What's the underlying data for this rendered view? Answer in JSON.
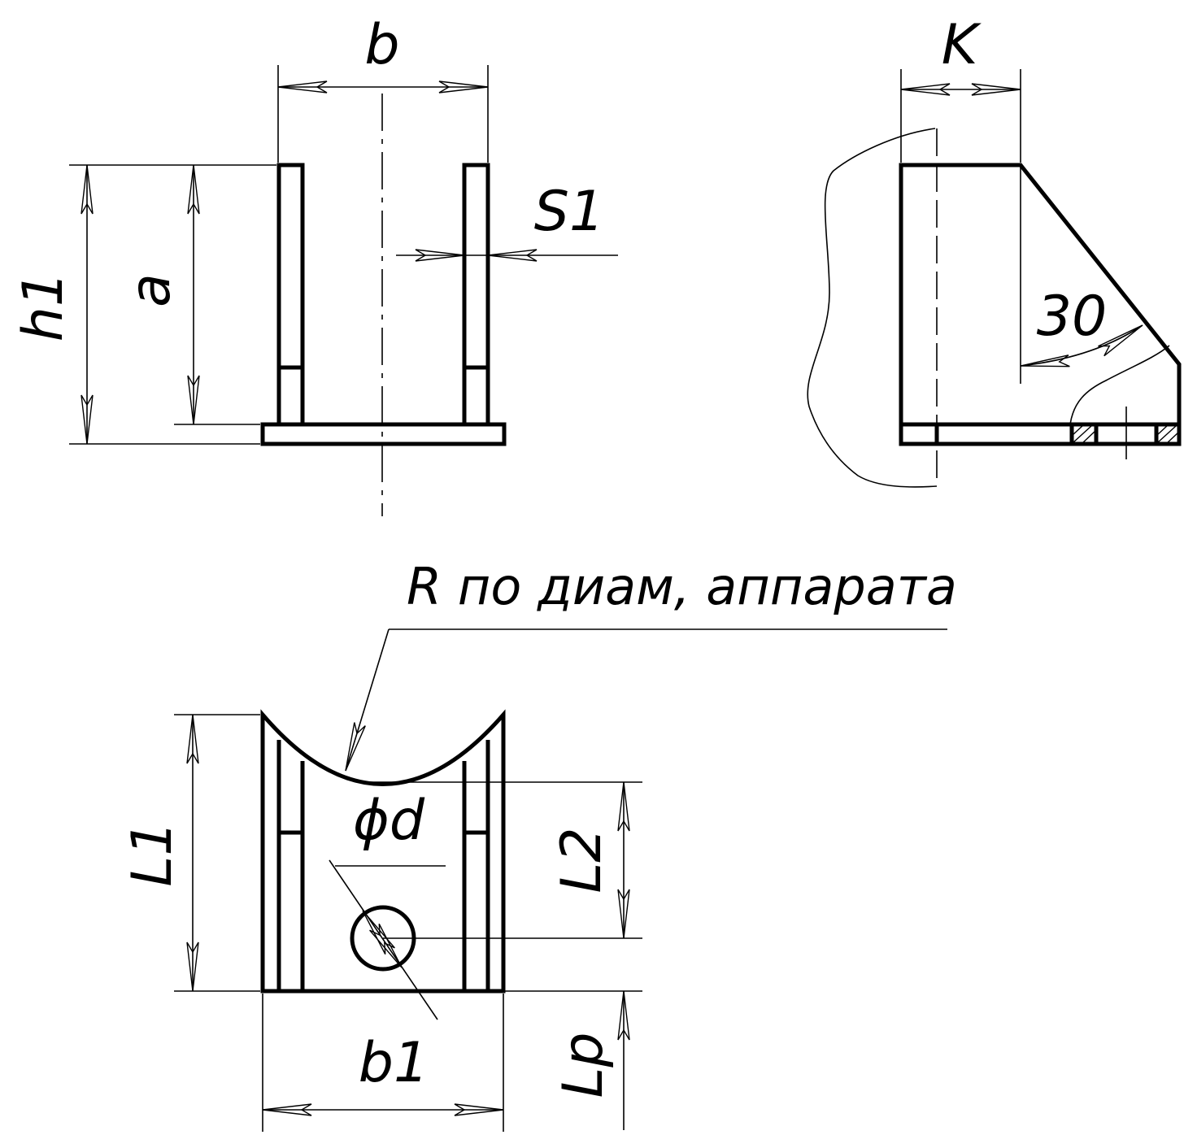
{
  "labels": {
    "b": "b",
    "K": "K",
    "S1": "S1",
    "h1": "h1",
    "a": "a",
    "angle": "30",
    "R_note": "R  по диам, аппарата",
    "phi_d": "ϕd",
    "L1": "L1",
    "L2": "L2",
    "b1": "b1",
    "Lp": "Lp"
  }
}
